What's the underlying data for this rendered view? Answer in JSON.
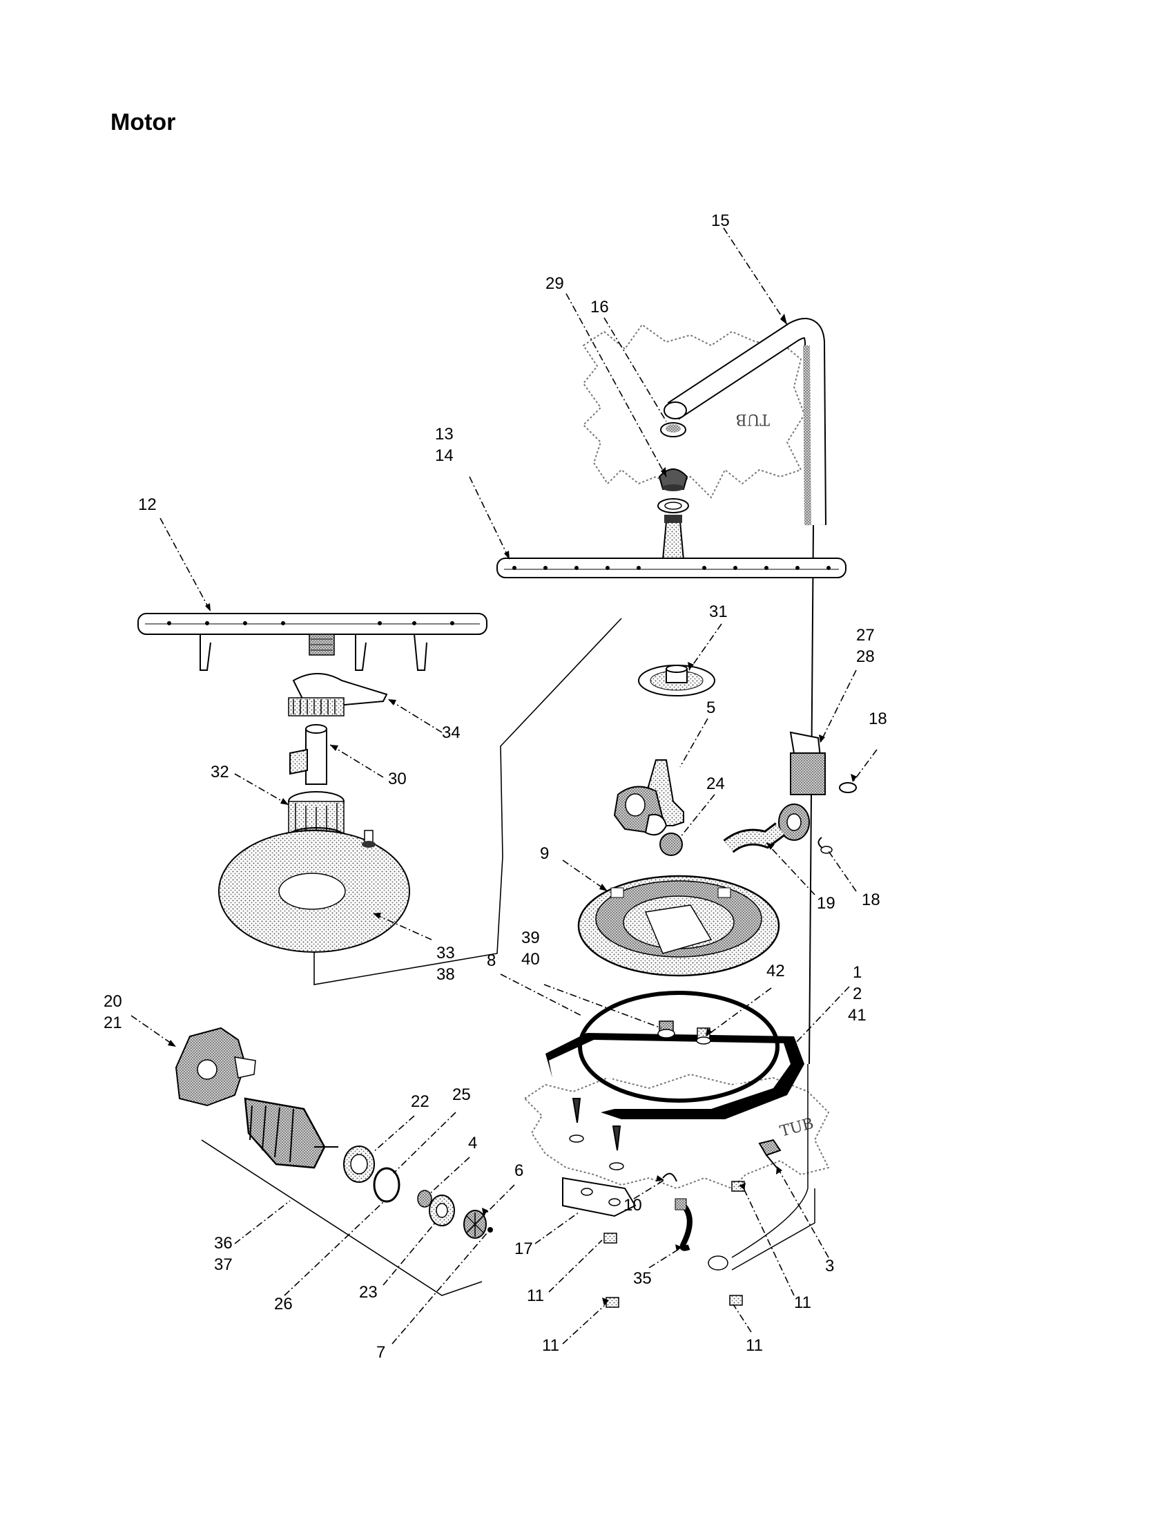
{
  "title": "Motor",
  "tub_label": "TUB",
  "callouts": [
    {
      "id": "c15",
      "lines": [
        "15"
      ]
    },
    {
      "id": "c29",
      "lines": [
        "29"
      ]
    },
    {
      "id": "c16",
      "lines": [
        "16"
      ]
    },
    {
      "id": "c13",
      "lines": [
        "13",
        "14"
      ]
    },
    {
      "id": "c12",
      "lines": [
        "12"
      ]
    },
    {
      "id": "c31",
      "lines": [
        "31"
      ]
    },
    {
      "id": "c27",
      "lines": [
        "27",
        "28"
      ]
    },
    {
      "id": "c18a",
      "lines": [
        "18"
      ]
    },
    {
      "id": "c34",
      "lines": [
        "34"
      ]
    },
    {
      "id": "c5",
      "lines": [
        "5"
      ]
    },
    {
      "id": "c32",
      "lines": [
        "32"
      ]
    },
    {
      "id": "c30",
      "lines": [
        "30"
      ]
    },
    {
      "id": "c24",
      "lines": [
        "24"
      ]
    },
    {
      "id": "c9",
      "lines": [
        "9"
      ]
    },
    {
      "id": "c19",
      "lines": [
        "19"
      ]
    },
    {
      "id": "c18b",
      "lines": [
        "18"
      ]
    },
    {
      "id": "c33",
      "lines": [
        "33",
        "38"
      ]
    },
    {
      "id": "c39",
      "lines": [
        "39",
        "40"
      ]
    },
    {
      "id": "c8",
      "lines": [
        "8"
      ]
    },
    {
      "id": "c42",
      "lines": [
        "42"
      ]
    },
    {
      "id": "c1",
      "lines": [
        "1",
        "2",
        "41"
      ]
    },
    {
      "id": "c20",
      "lines": [
        "20",
        "21"
      ]
    },
    {
      "id": "c22",
      "lines": [
        "22"
      ]
    },
    {
      "id": "c25",
      "lines": [
        "25"
      ]
    },
    {
      "id": "c4",
      "lines": [
        "4"
      ]
    },
    {
      "id": "c6",
      "lines": [
        "6"
      ]
    },
    {
      "id": "c36",
      "lines": [
        "36",
        "37"
      ]
    },
    {
      "id": "c10",
      "lines": [
        "10"
      ]
    },
    {
      "id": "c17",
      "lines": [
        "17"
      ]
    },
    {
      "id": "c3",
      "lines": [
        "3"
      ]
    },
    {
      "id": "c35",
      "lines": [
        "35"
      ]
    },
    {
      "id": "c11a",
      "lines": [
        "11"
      ]
    },
    {
      "id": "c11b",
      "lines": [
        "11"
      ]
    },
    {
      "id": "c26",
      "lines": [
        "26"
      ]
    },
    {
      "id": "c23",
      "lines": [
        "23"
      ]
    },
    {
      "id": "c7",
      "lines": [
        "7"
      ]
    },
    {
      "id": "c11c",
      "lines": [
        "11"
      ]
    },
    {
      "id": "c11d",
      "lines": [
        "11"
      ]
    }
  ]
}
